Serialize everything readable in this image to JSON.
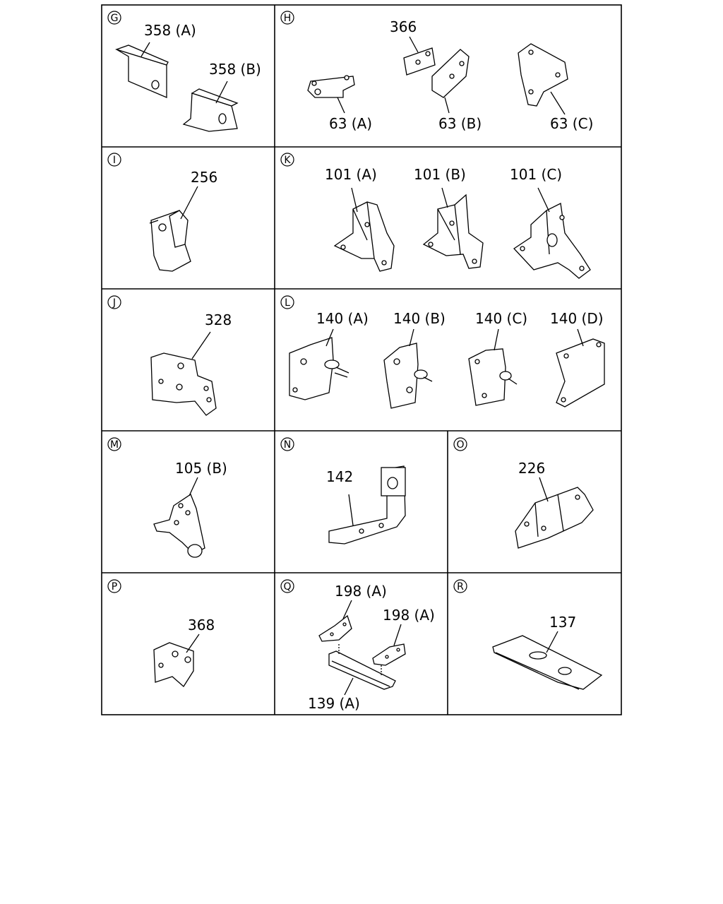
{
  "panels": [
    {
      "id": "G",
      "letter": "G",
      "parts": [
        "358 (A)",
        "358 (B)"
      ]
    },
    {
      "id": "H",
      "letter": "H",
      "parts": [
        "366",
        "63 (A)",
        "63 (B)",
        "63 (C)"
      ]
    },
    {
      "id": "I",
      "letter": "I",
      "parts": [
        "256"
      ]
    },
    {
      "id": "K",
      "letter": "K",
      "parts": [
        "101 (A)",
        "101 (B)",
        "101 (C)"
      ]
    },
    {
      "id": "J",
      "letter": "J",
      "parts": [
        "328"
      ]
    },
    {
      "id": "L",
      "letter": "L",
      "parts": [
        "140 (A)",
        "140 (B)",
        "140 (C)",
        "140 (D)"
      ]
    },
    {
      "id": "M",
      "letter": "M",
      "parts": [
        "105 (B)"
      ]
    },
    {
      "id": "N",
      "letter": "N",
      "parts": [
        "142"
      ]
    },
    {
      "id": "O",
      "letter": "O",
      "parts": [
        "226"
      ]
    },
    {
      "id": "P",
      "letter": "P",
      "parts": [
        "368"
      ]
    },
    {
      "id": "Q",
      "letter": "Q",
      "parts": [
        "198 (A)",
        "198 (A)",
        "139 (A)"
      ]
    },
    {
      "id": "R",
      "letter": "R",
      "parts": [
        "137"
      ]
    }
  ]
}
